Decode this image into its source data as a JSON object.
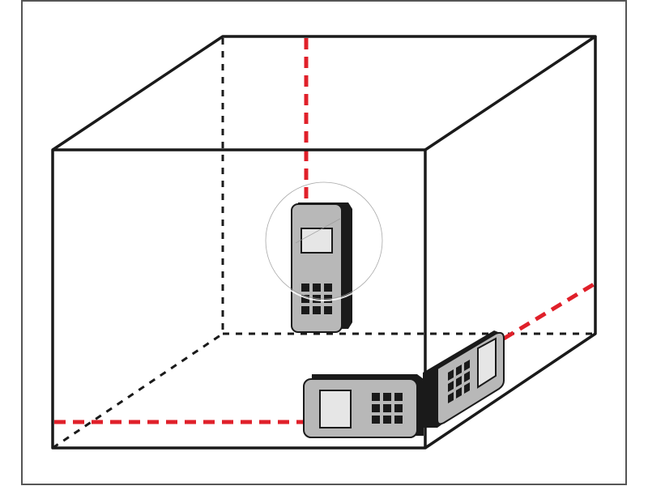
{
  "diagram": {
    "subject": "cube-room-with-laser-distance-meters",
    "colors": {
      "frame": "#555555",
      "edge": "#1a1a1a",
      "laser": "#e0202a",
      "device_body": "#b8b8b8",
      "device_shadow": "#1a1a1a",
      "device_screen": "#e6e6e6"
    },
    "devices": [
      {
        "id": "wall-device",
        "orientation": "vertical"
      },
      {
        "id": "floor-device-left",
        "orientation": "horizontal"
      },
      {
        "id": "floor-device-right",
        "orientation": "angled"
      }
    ]
  }
}
